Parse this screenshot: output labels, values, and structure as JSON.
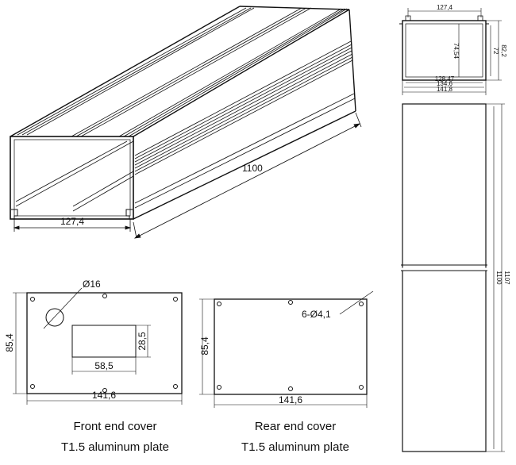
{
  "profile": {
    "length_label": "1100",
    "opening_width_label": "127,4"
  },
  "section_view": {
    "top_width": "127,4",
    "inner_height": "74,54",
    "inner_height_2": "72",
    "outer_height": "82,2",
    "inner_width": "128,47",
    "mid_width": "134,6",
    "outer_width": "141,8"
  },
  "side_view": {
    "outer_length": "1107",
    "inner_length": "1100"
  },
  "front_cover": {
    "hole_label": "Ø16",
    "height": "85,4",
    "cutout_height": "28,5",
    "cutout_width": "58,5",
    "width": "141,6",
    "caption_line1": "Front end cover",
    "caption_line2": "T1.5 aluminum plate"
  },
  "rear_cover": {
    "holes_label": "6-Ø4,1",
    "height": "85,4",
    "width": "141,6",
    "caption_line1": "Rear end cover",
    "caption_line2": "T1.5 aluminum plate"
  }
}
